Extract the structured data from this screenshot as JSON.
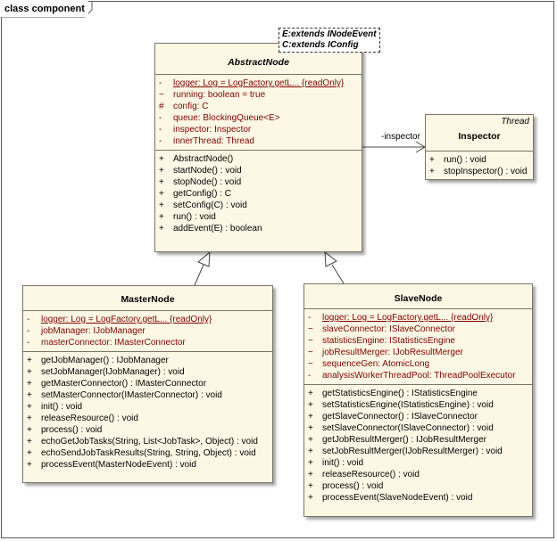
{
  "frame": {
    "title": "class component"
  },
  "classes": {
    "abstract_node": {
      "name": "AbstractNode",
      "template_params": [
        "E:extends INodeEvent",
        "C:extends IConfig"
      ],
      "attributes": [
        {
          "vis": "-",
          "text": "logger:  Log = LogFactory.getL... {readOnly}"
        },
        {
          "vis": "~",
          "text": "running:  boolean = true"
        },
        {
          "vis": "#",
          "text": "config:  C"
        },
        {
          "vis": "-",
          "text": "queue:  BlockingQueue<E>"
        },
        {
          "vis": "-",
          "text": "inspector:  Inspector"
        },
        {
          "vis": "-",
          "text": "innerThread:  Thread"
        }
      ],
      "operations": [
        {
          "vis": "+",
          "text": "AbstractNode()"
        },
        {
          "vis": "+",
          "text": "startNode() : void"
        },
        {
          "vis": "+",
          "text": "stopNode() : void"
        },
        {
          "vis": "+",
          "text": "getConfig() : C"
        },
        {
          "vis": "+",
          "text": "setConfig(C) : void"
        },
        {
          "vis": "+",
          "text": "run() : void"
        },
        {
          "vis": "+",
          "text": "addEvent(E) : boolean"
        }
      ]
    },
    "inspector": {
      "name": "Inspector",
      "stereotype": "Thread",
      "operations": [
        {
          "vis": "+",
          "text": "run() : void"
        },
        {
          "vis": "+",
          "text": "stopInspector() : void"
        }
      ]
    },
    "master_node": {
      "name": "MasterNode",
      "attributes": [
        {
          "vis": "-",
          "text": "logger:  Log = LogFactory.getL... {readOnly}"
        },
        {
          "vis": "-",
          "text": "jobManager:  IJobManager"
        },
        {
          "vis": "-",
          "text": "masterConnector:  IMasterConnector"
        }
      ],
      "operations": [
        {
          "vis": "+",
          "text": "getJobManager() : IJobManager"
        },
        {
          "vis": "+",
          "text": "setJobManager(IJobManager) : void"
        },
        {
          "vis": "+",
          "text": "getMasterConnector() : IMasterConnector"
        },
        {
          "vis": "+",
          "text": "setMasterConnector(IMasterConnector) : void"
        },
        {
          "vis": "+",
          "text": "init() : void"
        },
        {
          "vis": "+",
          "text": "releaseResource() : void"
        },
        {
          "vis": "+",
          "text": "process() : void"
        },
        {
          "vis": "+",
          "text": "echoGetJobTasks(String, List<JobTask>, Object) : void"
        },
        {
          "vis": "+",
          "text": "echoSendJobTaskResults(String, String, Object) : void"
        },
        {
          "vis": "+",
          "text": "processEvent(MasterNodeEvent) : void"
        }
      ]
    },
    "slave_node": {
      "name": "SlaveNode",
      "attributes": [
        {
          "vis": "-",
          "text": "logger:  Log = LogFactory.getL... {readOnly}"
        },
        {
          "vis": "~",
          "text": "slaveConnector:  ISlaveConnector"
        },
        {
          "vis": "~",
          "text": "statisticsEngine:  IStatisticsEngine"
        },
        {
          "vis": "~",
          "text": "jobResultMerger:  IJobResultMerger"
        },
        {
          "vis": "~",
          "text": "sequenceGen:  AtomicLong"
        },
        {
          "vis": "-",
          "text": "analysisWorkerThreadPool:  ThreadPoolExecutor"
        }
      ],
      "operations": [
        {
          "vis": "+",
          "text": "getStatisticsEngine() : IStatisticsEngine"
        },
        {
          "vis": "+",
          "text": "setStatisticsEngine(IStatisticsEngine) : void"
        },
        {
          "vis": "+",
          "text": "getSlaveConnector() : ISlaveConnector"
        },
        {
          "vis": "+",
          "text": "setSlaveConnector(ISlaveConnector) : void"
        },
        {
          "vis": "+",
          "text": "getJobResultMerger() : IJobResultMerger"
        },
        {
          "vis": "+",
          "text": "setJobResultMerger(IJobResultMerger) : void"
        },
        {
          "vis": "+",
          "text": "init() : void"
        },
        {
          "vis": "+",
          "text": "releaseResource() : void"
        },
        {
          "vis": "+",
          "text": "process() : void"
        },
        {
          "vis": "+",
          "text": "processEvent(SlaveNodeEvent) : void"
        }
      ]
    }
  },
  "association": {
    "role": "-inspector"
  }
}
